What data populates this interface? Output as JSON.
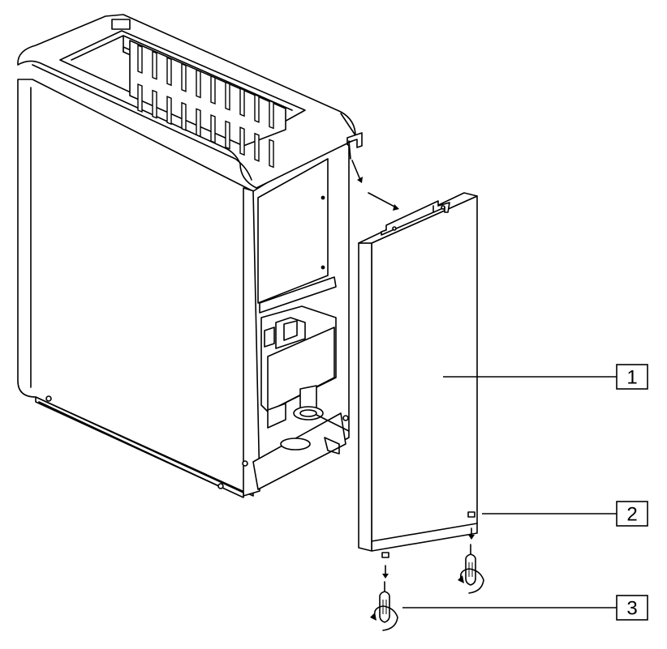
{
  "callouts": [
    {
      "id": "1",
      "label": "1",
      "part": "side-panel"
    },
    {
      "id": "2",
      "label": "2",
      "part": "screw-back"
    },
    {
      "id": "3",
      "label": "3",
      "part": "screw-front"
    }
  ]
}
